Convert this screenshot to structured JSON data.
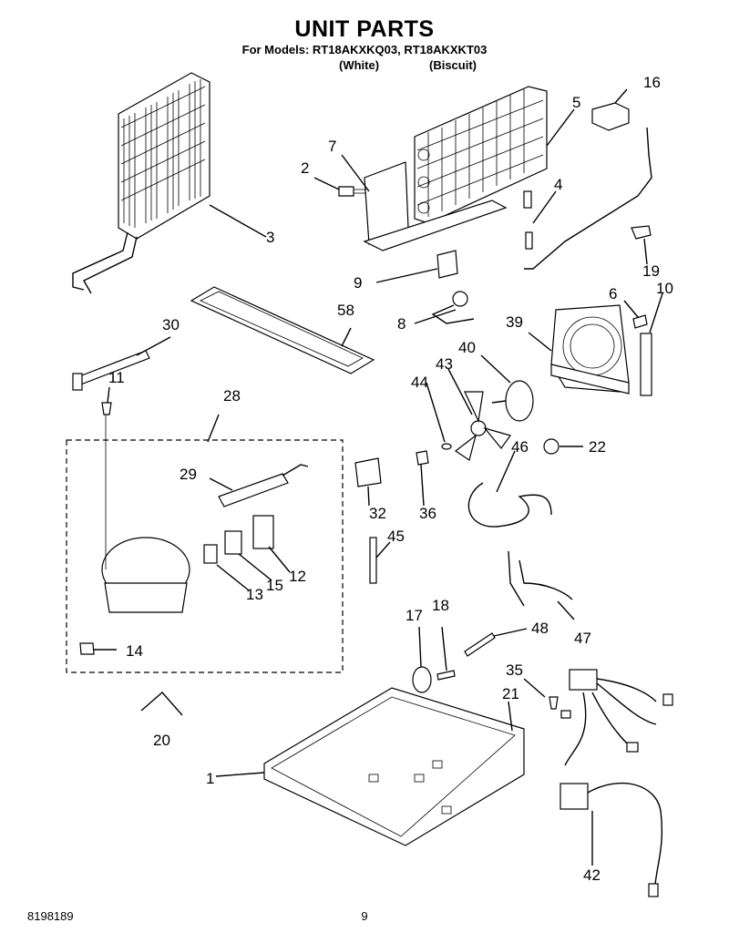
{
  "header": {
    "title": "UNIT PARTS",
    "models_line": "For Models: RT18AKXKQ03, RT18AKXKT03",
    "color_1": "(White)",
    "color_2": "(Biscuit)"
  },
  "callouts": [
    "1",
    "2",
    "3",
    "4",
    "5",
    "6",
    "7",
    "8",
    "9",
    "10",
    "11",
    "12",
    "13",
    "14",
    "15",
    "16",
    "17",
    "18",
    "19",
    "20",
    "21",
    "22",
    "28",
    "29",
    "30",
    "32",
    "35",
    "36",
    "39",
    "40",
    "42",
    "43",
    "44",
    "45",
    "46",
    "47",
    "48",
    "58"
  ],
  "footer": {
    "doc_number": "8198189",
    "page_number": "9"
  }
}
